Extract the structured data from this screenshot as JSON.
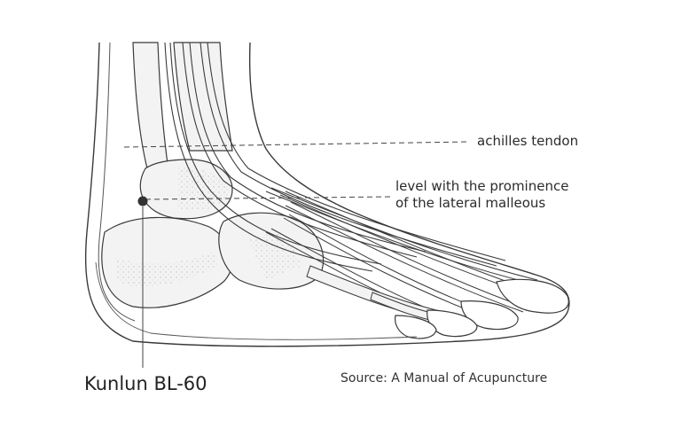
{
  "labels": {
    "achilles_tendon": "achilles tendon",
    "malleolus_line1": "level with the prominence",
    "malleolus_line2": "of the lateral malleous",
    "point_name": "Kunlun BL-60",
    "source": "Source: A Manual of Acupuncture"
  },
  "colors": {
    "ink": "#3a3a3a",
    "skin": "#ffffff",
    "bone": "#f3f3f3",
    "tendon": "#e6e6e6",
    "point": "#333333"
  }
}
